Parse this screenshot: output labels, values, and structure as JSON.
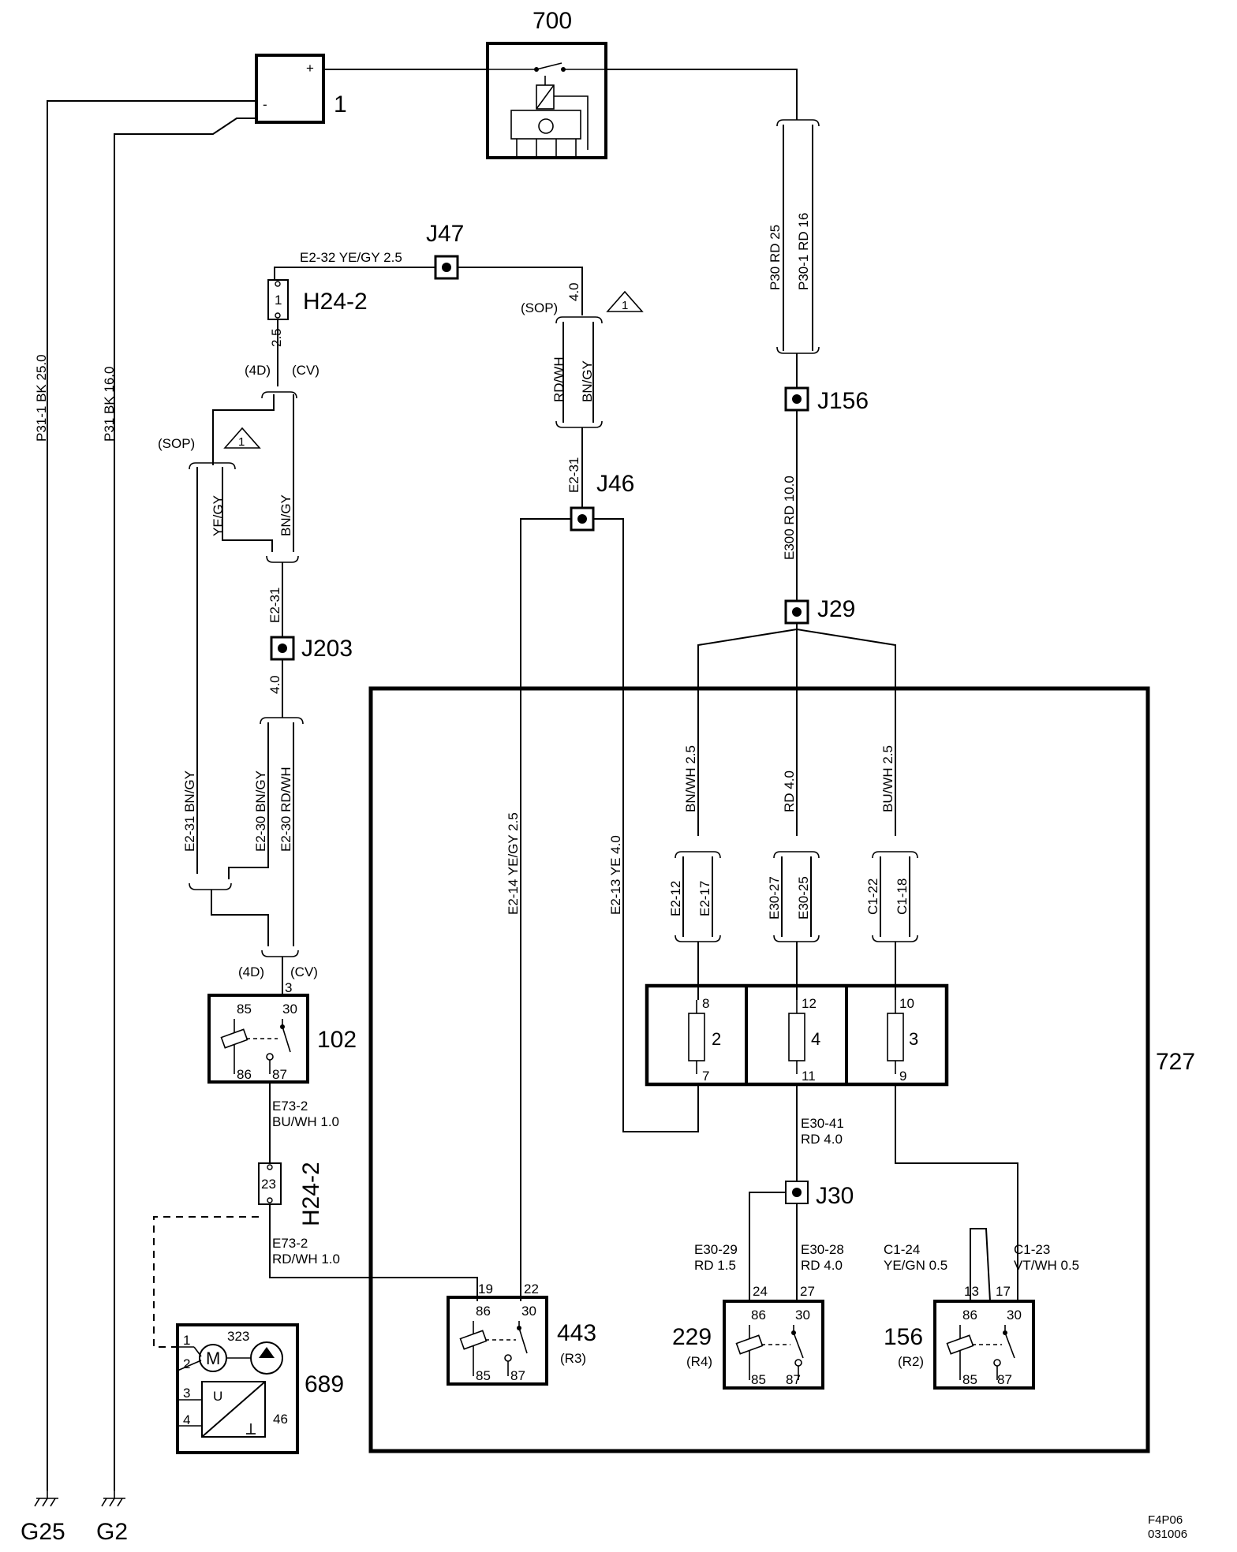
{
  "components": {
    "battery": {
      "id": "1",
      "plus": "+",
      "minus": "-"
    },
    "main_fuse": {
      "id": "700"
    },
    "relay_102": {
      "id": "102",
      "pins": {
        "p3": "3",
        "p85": "85",
        "p30": "30",
        "p86": "86",
        "p87": "87"
      }
    },
    "relay_443": {
      "id": "443",
      "ref": "(R3)",
      "pins": {
        "p19": "19",
        "p22": "22",
        "p86": "86",
        "p30": "30",
        "p85": "85",
        "p87": "87"
      }
    },
    "relay_229": {
      "id": "229",
      "ref": "(R4)",
      "pins": {
        "p24": "24",
        "p27": "27",
        "p86": "86",
        "p30": "30",
        "p85": "85",
        "p87": "87"
      }
    },
    "relay_156": {
      "id": "156",
      "ref": "(R2)",
      "pins": {
        "p13": "13",
        "p17": "17",
        "p86": "86",
        "p30": "30",
        "p85": "85",
        "p87": "87"
      }
    },
    "unit_689": {
      "id": "689",
      "motor_id": "323",
      "motor_symbol": "M",
      "sensor_id": "46",
      "sensor_symbol": "U",
      "pins": [
        "1",
        "2",
        "3",
        "4"
      ]
    },
    "fusebox_727": {
      "id": "727"
    },
    "fuses": [
      {
        "number": "2",
        "top_pin": "8",
        "bottom_pin": "7"
      },
      {
        "number": "4",
        "top_pin": "12",
        "bottom_pin": "11"
      },
      {
        "number": "3",
        "top_pin": "10",
        "bottom_pin": "9"
      }
    ],
    "connector_top": {
      "id": "H24-2",
      "pin": "1"
    },
    "connector_bottom": {
      "id": "H24-2",
      "pin": "23"
    }
  },
  "junctions": {
    "j47": "J47",
    "j156": "J156",
    "j46": "J46",
    "j29": "J29",
    "j203": "J203",
    "j30": "J30"
  },
  "grounds": {
    "g25": "G25",
    "g2": "G2"
  },
  "wires": {
    "p31_1": "P31-1 BK  25.0",
    "p31": "P31 BK  16.0",
    "e2_32": "E2-32  YE/GY  2.5",
    "p30": "P30  RD  25",
    "p30_1": "P30-1  RD  16",
    "e300": "E300   RD   10.0",
    "size_2_5": "2.5",
    "size_4_0_a": "4.0",
    "size_4_0_b": "4.0",
    "rdwh": "RD/WH",
    "bngy": "BN/GY",
    "e2_31_a": "E2-31",
    "yegy": "YE/GY",
    "bngy_b": "BN/GY",
    "e2_31_b": "E2-31",
    "e2_31_bngy": "E2-31   BN/GY",
    "e2_30_bngy": "E2-30  BN/GY",
    "e2_30_rdwh": "E2-30   RD/WH",
    "e2_14": "E2-14  YE/GY  2.5",
    "e2_13": "E2-13   YE   4.0",
    "bnwh": "BN/WH  2.5",
    "rd4": "RD   4.0",
    "buwh": "BU/WH  2.5",
    "e2_12": "E2-12",
    "e2_17": "E2-17",
    "e30_27": "E30-27",
    "e30_25": "E30-25",
    "c1_22": "C1-22",
    "c1_18": "C1-18",
    "e73_2_a_id": "E73-2",
    "e73_2_a_color": "BU/WH  1.0",
    "e73_2_b_id": "E73-2",
    "e73_2_b_color": "RD/WH  1.0",
    "e30_41_id": "E30-41",
    "e30_41_color": "RD  4.0",
    "e30_29_id": "E30-29",
    "e30_29_color": "RD   1.5",
    "e30_28_id": "E30-28",
    "e30_28_color": "RD   4.0",
    "c1_24_id": "C1-24",
    "c1_24_color": "YE/GN   0.5",
    "c1_23_id": "C1-23",
    "c1_23_color": "VT/WH  0.5"
  },
  "variants": {
    "sop_1": "(SOP)",
    "sop_2": "(SOP)",
    "d4_1": "(4D)",
    "cv_1": "(CV)",
    "d4_2": "(4D)",
    "cv_2": "(CV)",
    "note": "1"
  },
  "footer": {
    "code": "F4P06",
    "date": "031006"
  }
}
